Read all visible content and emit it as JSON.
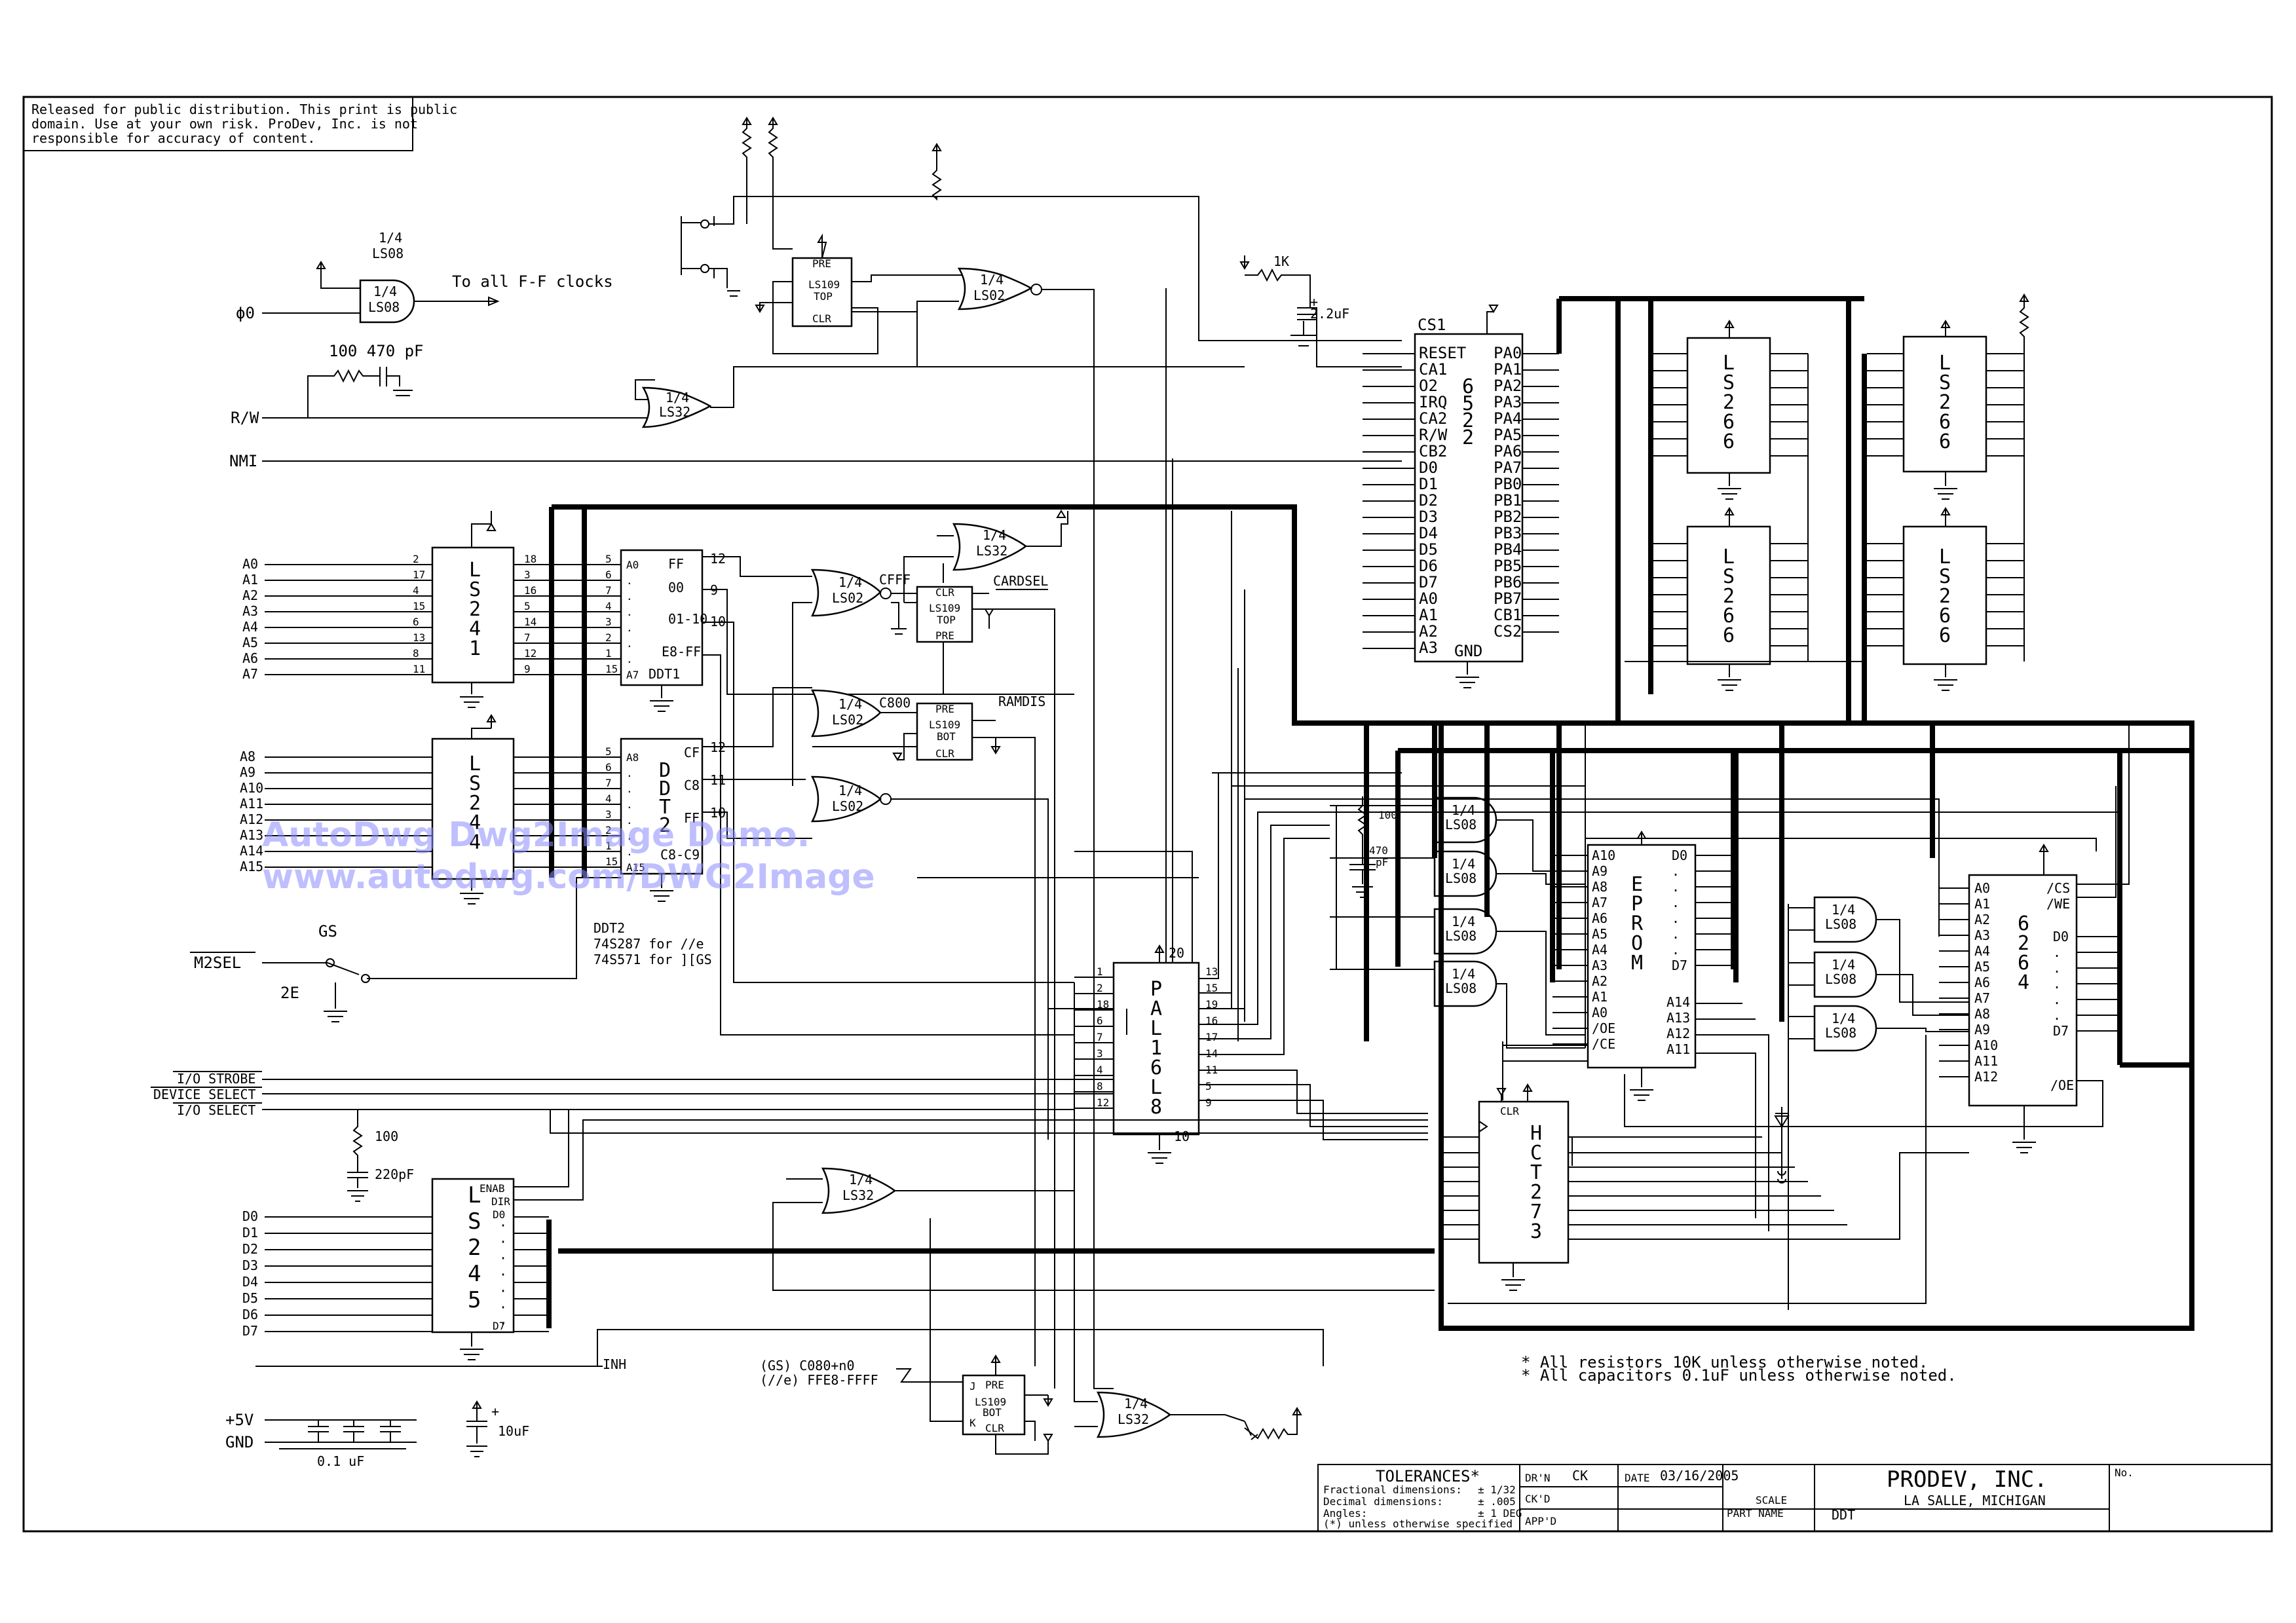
{
  "note": {
    "lines": [
      "Released for public distribution. This print is public",
      "domain. Use at your own risk. ProDev, Inc. is not",
      "responsible for accuracy of content."
    ]
  },
  "watermark": {
    "line1": "AutoDwg Dwg2Image Demo.",
    "line2": "www.autodwg.com/DWG2Image"
  },
  "signals_left": {
    "phi0": "ϕ0",
    "rw": "R/W",
    "nmi": "NMI",
    "a": [
      "A0",
      "A1",
      "A2",
      "A3",
      "A4",
      "A5",
      "A6",
      "A7"
    ],
    "a_hi": [
      "A8",
      "A9",
      "A10",
      "A11",
      "A12",
      "A13",
      "A14",
      "A15"
    ],
    "m2sel": "M2SEL",
    "gs": "GS",
    "e2": "2E",
    "io_strobe": "I/O STROBE",
    "device_select": "DEVICE SELECT",
    "io_select": "I/O SELECT",
    "d": [
      "D0",
      "D1",
      "D2",
      "D3",
      "D4",
      "D5",
      "D6",
      "D7"
    ],
    "inh": "INH",
    "plus5v": "+5V",
    "gnd": "GND",
    "cap01": "0.1 uF",
    "cap10": "10uF",
    "plus": "+"
  },
  "top": {
    "ls08_label": [
      "1/4",
      "LS08"
    ],
    "ls08_gate": [
      "1/4",
      "LS08"
    ],
    "ff_clocks": "To all F-F clocks",
    "rc": "100   470 pF",
    "ls32": [
      "1/4",
      "LS32"
    ],
    "ls109_top": [
      "PRE",
      "LS109",
      "TOP",
      "CLR"
    ],
    "ls02": [
      "1/4",
      "LS02"
    ],
    "r1k": "1K",
    "c22": "2.2uF"
  },
  "ls241": {
    "name": [
      "L",
      "S",
      "2",
      "4",
      "1"
    ],
    "pins_in": [
      "2",
      "17",
      "4",
      "15",
      "6",
      "13",
      "8",
      "11"
    ],
    "pins_out": [
      "18",
      "3",
      "16",
      "5",
      "14",
      "7",
      "12",
      "9"
    ]
  },
  "ls244": {
    "name": [
      "L",
      "S",
      "2",
      "4",
      "4"
    ]
  },
  "ddt1": {
    "pins_in": [
      "5",
      "6",
      "7",
      "4",
      "3",
      "2",
      "1",
      "15"
    ],
    "inputs": [
      "A0",
      ".",
      ".",
      ".",
      ".",
      ".",
      ".",
      "A7"
    ],
    "outputs": [
      "FF",
      "00",
      "01-10",
      "E8-FF"
    ],
    "out_pins": [
      "12",
      "9",
      "10"
    ],
    "name": "DDT1"
  },
  "ddt2": {
    "pins_in": [
      "5",
      "6",
      "7",
      "4",
      "3",
      "2",
      "1",
      "15"
    ],
    "inputs": [
      "A8",
      ".",
      ".",
      ".",
      ".",
      ".",
      ".",
      "A15"
    ],
    "outputs": [
      "CF",
      "C8",
      "FF",
      "C8-C9"
    ],
    "out_pins": [
      "12",
      "11",
      "10"
    ],
    "name": [
      "D",
      "D",
      "T",
      "2"
    ]
  },
  "ddt2_note": [
    "DDT2",
    "74S287 for //e",
    "74S571 for ][GS"
  ],
  "mid_gates": {
    "ls32": [
      "1/4",
      "LS32"
    ],
    "ls02a": [
      "1/4",
      "LS02"
    ],
    "ls02b": [
      "1/4",
      "LS02"
    ],
    "ls02c": [
      "1/4",
      "LS02"
    ],
    "cfff": "CFFF",
    "c800": "C800",
    "cardsel": "CARDSEL",
    "ramdis": "RAMDIS",
    "ff_top": [
      "CLR",
      "LS109",
      "TOP",
      "PRE"
    ],
    "ff_bot": [
      "PRE",
      "LS109",
      "BOT",
      "CLR"
    ]
  },
  "via6522": {
    "cs1": "CS1",
    "left": [
      "RESET",
      "CA1",
      "O2",
      "IRQ",
      "CA2",
      "R/W",
      "CB2",
      "D0",
      "D1",
      "D2",
      "D3",
      "D4",
      "D5",
      "D6",
      "D7",
      "A0",
      "A1",
      "A2",
      "A3"
    ],
    "right": [
      "PA0",
      "PA1",
      "PA2",
      "PA3",
      "PA4",
      "PA5",
      "PA6",
      "PA7",
      "PB0",
      "PB1",
      "PB2",
      "PB3",
      "PB4",
      "PB5",
      "PB6",
      "PB7",
      "CB1",
      "CS2"
    ],
    "name": [
      "6",
      "5",
      "2",
      "2"
    ],
    "gnd": "GND"
  },
  "ls266": {
    "name": [
      "L",
      "S",
      "2",
      "6",
      "6"
    ]
  },
  "pal": {
    "name": [
      "P",
      "A",
      "L",
      "1",
      "6",
      "L",
      "8"
    ],
    "pins_left": [
      "1",
      "2",
      "18",
      "6",
      "7",
      "3",
      "4",
      "8",
      "12"
    ],
    "pins_right": [
      "13",
      "15",
      "19",
      "16",
      "17",
      "14",
      "11",
      "5",
      "9"
    ],
    "pin20": "20",
    "pin10": "10"
  },
  "ls08_quad": [
    "1/4",
    "LS08"
  ],
  "rc_small": {
    "r": "100",
    "c": [
      "470",
      "pF"
    ]
  },
  "eprom": {
    "left": [
      "A10",
      "A9",
      "A8",
      "A7",
      "A6",
      "A5",
      "A4",
      "A3",
      "A2",
      "A1",
      "A0",
      "/OE",
      "/CE"
    ],
    "right_top": [
      "D0",
      ".",
      ".",
      ".",
      ".",
      ".",
      ".",
      "D7"
    ],
    "right_bot": [
      "A14",
      "A13",
      "A12",
      "A11"
    ],
    "name": [
      "E",
      "P",
      "R",
      "O",
      "M"
    ]
  },
  "sram6264": {
    "left": [
      "A0",
      "A1",
      "A2",
      "A3",
      "A4",
      "A5",
      "A6",
      "A7",
      "A8",
      "A9",
      "A10",
      "A11",
      "A12"
    ],
    "right_top": [
      "/CS",
      "/WE"
    ],
    "right_mid": [
      "D0",
      ".",
      ".",
      ".",
      ".",
      ".",
      "D7"
    ],
    "right_bot": "/OE",
    "name": [
      "6",
      "2",
      "6",
      "4"
    ]
  },
  "hct273": {
    "clr": "CLR",
    "name": [
      "H",
      "C",
      "T",
      "2",
      "7",
      "3"
    ]
  },
  "ls245": {
    "ctrl": [
      "ENAB",
      "DIR",
      "D0"
    ],
    "name": [
      "L",
      "S",
      "2",
      "4",
      "5"
    ],
    "d7": "D7"
  },
  "bottom": {
    "r100": "100",
    "c220": "220pF",
    "ls32": [
      "1/4",
      "LS32"
    ],
    "gs_addr": "(GS) C080+n0",
    "e_addr": "(//e) FFE8-FFFF",
    "ff_bot": [
      "J",
      "PRE",
      "LS109",
      "BOT",
      "K",
      "CLR"
    ],
    "ls32_b": [
      "1/4",
      "LS32"
    ]
  },
  "notes": [
    "* All resistors 10K unless otherwise noted.",
    "* All capacitors 0.1uF unless otherwise noted."
  ],
  "titleblock": {
    "tolerances": "TOLERANCES*",
    "frac": "Fractional dimensions:",
    "dec": "Decimal dimensions:",
    "ang": "Angles:",
    "unless": "(*) unless otherwise specified",
    "frac_val": "± 1/32",
    "dec_val": "± .005",
    "ang_val": "± 1 DEG",
    "drn": "DR'N",
    "drn_val": "CK",
    "chkd": "CK'D",
    "appd": "APP'D",
    "date_label": "DATE",
    "date_val": "03/16/2005",
    "scale": "SCALE",
    "part_name": "PART NAME",
    "part_val": "DDT",
    "company": "PRODEV, INC.",
    "city": "LA SALLE, MICHIGAN",
    "no": "No."
  }
}
